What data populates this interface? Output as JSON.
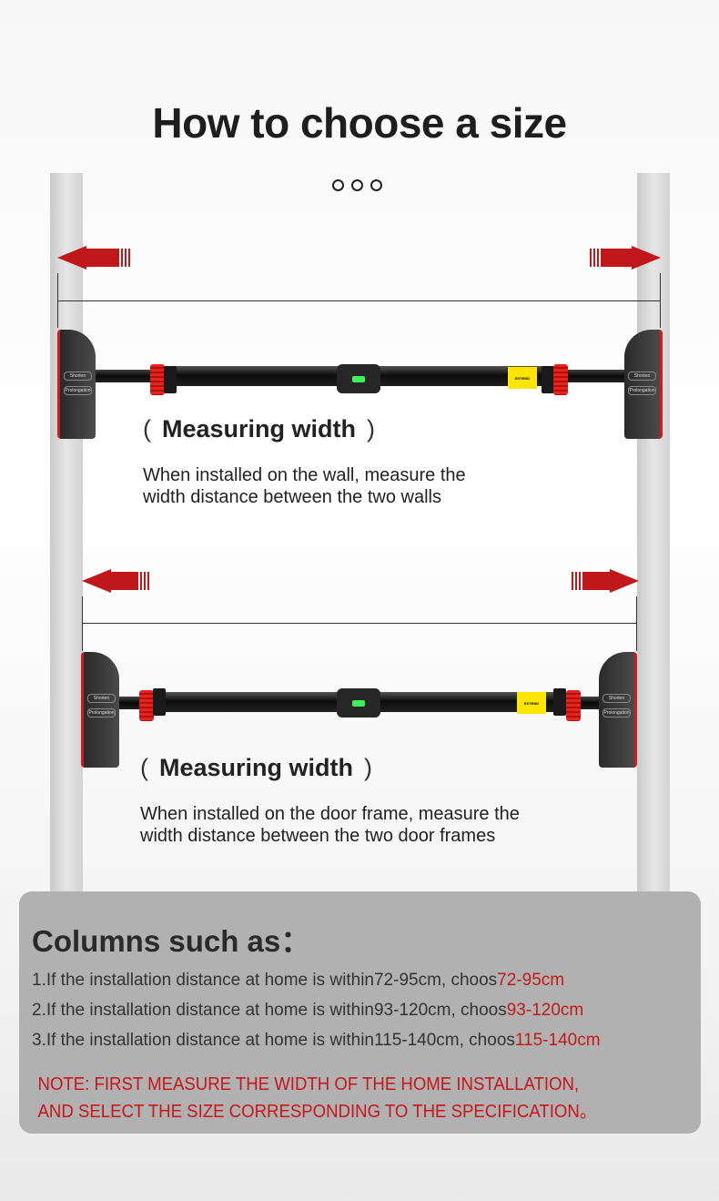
{
  "header": {
    "title": "How to choose a size"
  },
  "product": {
    "shorten_label": "Shorten",
    "prolong_label": "Prolongation",
    "extend_label": "EXTEND"
  },
  "wall_section": {
    "heading": "Measuring width",
    "open_paren": "(",
    "close_paren": ")",
    "description_line1": "When installed on the wall, measure the",
    "description_line2": "width distance between the two walls"
  },
  "door_section": {
    "heading": "Measuring width",
    "open_paren": "(",
    "close_paren": ")",
    "description_line1": "When installed on the door frame, measure the",
    "description_line2": "width distance between the two door frames"
  },
  "columns": {
    "title": "Columns such as：",
    "rows": [
      {
        "text": "1.If the installation distance at home is within72-95cm, choos",
        "size": "72-95cm"
      },
      {
        "text": "2.If the installation distance at home is within93-120cm, choos",
        "size": "93-120cm"
      },
      {
        "text": "3.If the installation distance at home is within115-140cm, choos",
        "size": "115-140cm"
      }
    ],
    "note_line1": "NOTE: FIRST MEASURE THE WIDTH OF THE HOME INSTALLATION,",
    "note_line2": "AND SELECT THE SIZE CORRESPONDING TO THE SPECIFICATION。"
  },
  "colors": {
    "accent": "#c0171b",
    "panel": "#b1b1b1"
  }
}
